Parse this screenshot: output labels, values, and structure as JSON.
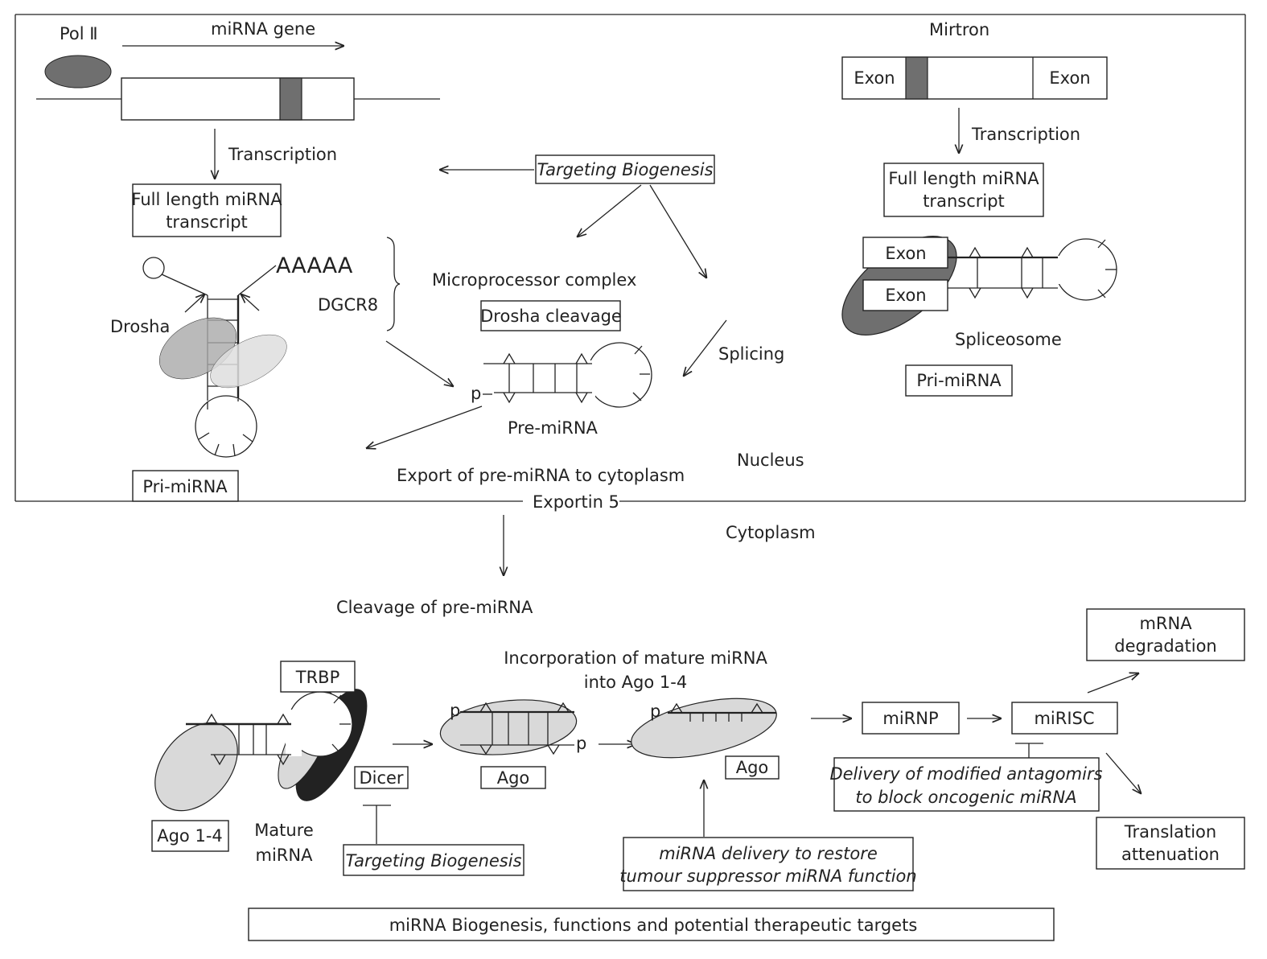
{
  "labels": {
    "pol2": "Pol Ⅱ",
    "mirna_gene": "miRNA gene",
    "transcription_left": "Transcription",
    "full_length_left_1": "Full length miRNA",
    "full_length_left_2": "transcript",
    "aaaaa": "AAAAA",
    "drosha": "Drosha",
    "dgcr8": "DGCR8",
    "pri_mirna_left": "Pri-miRNA",
    "targeting_biogenesis_top": "Targeting Biogenesis",
    "microprocessor_complex": "Microprocessor complex",
    "drosha_cleavage": "Drosha cleavage",
    "p_pre": "p",
    "pre_mirna": "Pre-miRNA",
    "splicing": "Splicing",
    "nucleus": "Nucleus",
    "mirtron": "Mirtron",
    "exon_a": "Exon",
    "exon_b": "Exon",
    "transcription_right": "Transcription",
    "full_length_right_1": "Full length miRNA",
    "full_length_right_2": "transcript",
    "exon_c": "Exon",
    "exon_d": "Exon",
    "spliceosome": "Spliceosome",
    "pri_mirna_right": "Pri-miRNA",
    "export": "Export of pre-miRNA to cytoplasm",
    "exportin5": "Exportin 5",
    "cytoplasm": "Cytoplasm",
    "cleavage_pre": "Cleavage of pre-miRNA",
    "trbp": "TRBP",
    "dicer": "Dicer",
    "ago14": "Ago 1-4",
    "mature_1": "Mature",
    "mature_2": "miRNA",
    "targeting_biogenesis_bottom": "Targeting Biogenesis",
    "incorporation_1": "Incorporation of mature miRNA",
    "incorporation_2": "into Ago 1-4",
    "p_ago1": "p",
    "p_ago2": "p",
    "p_ago3": "p",
    "ago_1": "Ago",
    "ago_2": "Ago",
    "mirnp": "miRNP",
    "mirisc": "miRISC",
    "mrna_deg_1": "mRNA",
    "mrna_deg_2": "degradation",
    "translation_1": "Translation",
    "translation_2": "attenuation",
    "antagomirs_1": "Delivery of modified antagomirs",
    "antagomirs_2": "to block oncogenic miRNA",
    "mirna_delivery_1": "miRNA delivery to restore",
    "mirna_delivery_2": "tumour suppressor miRNA function",
    "caption": "miRNA Biogenesis, functions and potential therapeutic targets"
  },
  "colors": {
    "dark_gray": "#6f6f6f",
    "mid_gray": "#a9a9a9",
    "light_gray": "#dedede",
    "ago_fill": "#d9d9d9",
    "black": "#222222"
  }
}
